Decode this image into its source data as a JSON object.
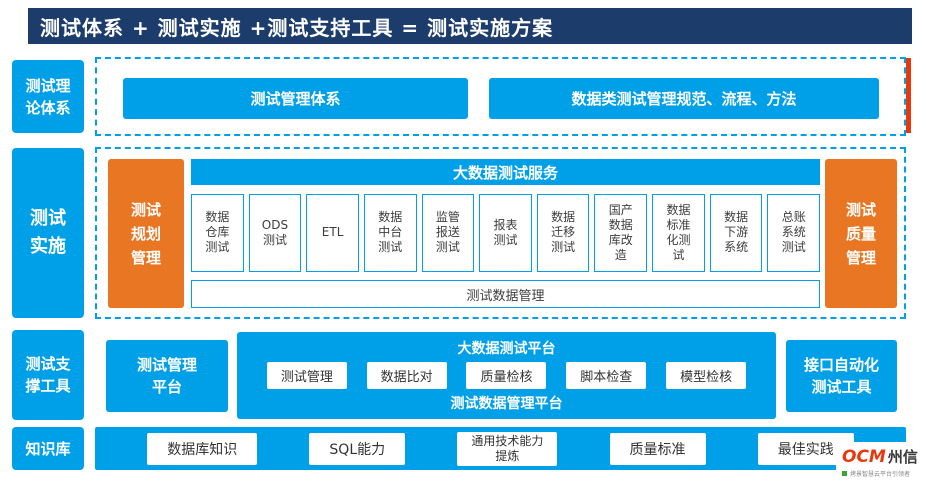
{
  "title": "测试体系 + 测试实施 +测试支持工具 = 测试实施方案",
  "colors": {
    "navy": "#1c3c6c",
    "blue": "#00a0e9",
    "orange": "#e87622",
    "red": "#e8380d"
  },
  "sidebar": {
    "theory": "测试理\n论体系",
    "implementation": "测试\n实施",
    "tools": "测试支\n撑工具",
    "knowledge": "知识库"
  },
  "theory_row": {
    "management_system": "测试管理体系",
    "data_standards": "数据类测试管理规范、流程、方法"
  },
  "impl_row": {
    "left": "测试\n规划\n管理",
    "header": "大数据测试服务",
    "services": [
      "数据\n仓库\n测试",
      "ODS\n测试",
      "ETL",
      "数据\n中台\n测试",
      "监管\n报送\n测试",
      "报表\n测试",
      "数据\n迁移\n测试",
      "国产\n数据\n库改\n造",
      "数据\n标准\n化测\n试",
      "数据\n下游\n系统",
      "总账\n系统\n测试"
    ],
    "footer": "测试数据管理",
    "right": "测试\n质量\n管理"
  },
  "tools_row": {
    "left": "测试管理\n平台",
    "platform_header": "大数据测试平台",
    "tools": [
      "测试管理",
      "数据比对",
      "质量检核",
      "脚本检查",
      "模型检核"
    ],
    "platform_footer": "测试数据管理平台",
    "right": "接口自动化\n测试工具"
  },
  "knowledge_row": {
    "items": [
      "数据库知识",
      "SQL能力",
      "通用技术能力\n提炼",
      "质量标准",
      "最佳实践"
    ]
  },
  "brand": {
    "mark": "OCM",
    "name": "州信",
    "tagline": "烤景智慧云平台引领者"
  }
}
